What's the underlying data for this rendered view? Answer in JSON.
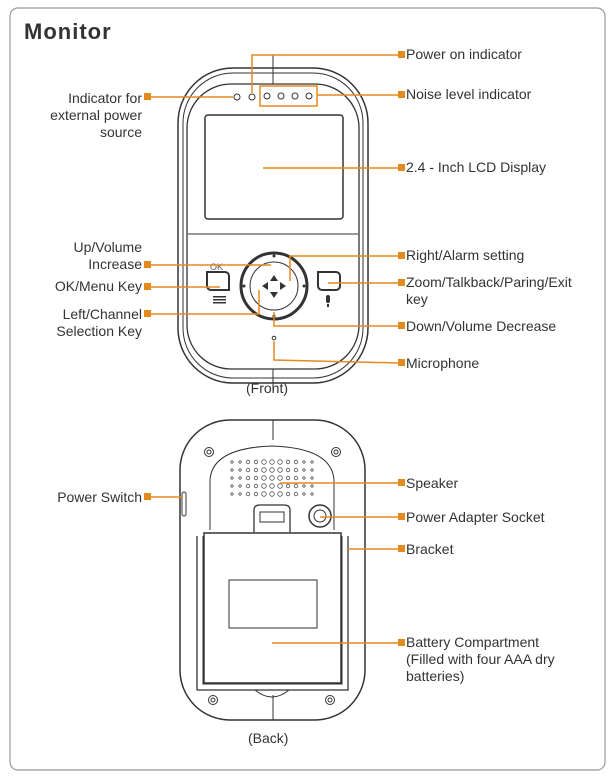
{
  "title": "Monitor",
  "accent_color": "#e58a1f",
  "front": {
    "caption": "(Front)",
    "labels": {
      "ext_power": [
        "Indicator for",
        "external power",
        "source"
      ],
      "power_on": "Power on indicator",
      "noise": "Noise level indicator",
      "lcd": "2.4 - Inch LCD Display",
      "up": [
        "Up/Volume",
        "Increase"
      ],
      "right": "Right/Alarm setting",
      "ok": "OK/Menu Key",
      "zoom": [
        "Zoom/Talkback/Paring/Exit",
        "key"
      ],
      "left": [
        "Left/Channel",
        "Selection Key"
      ],
      "down": "Down/Volume Decrease",
      "mic": "Microphone"
    },
    "ok_key_text": "OK"
  },
  "back": {
    "caption": "(Back)",
    "labels": {
      "power_switch": "Power Switch",
      "speaker": "Speaker",
      "socket": "Power Adapter Socket",
      "bracket": "Bracket",
      "battery": [
        "Battery Compartment",
        "(Filled with four AAA dry",
        "batteries)"
      ]
    }
  }
}
